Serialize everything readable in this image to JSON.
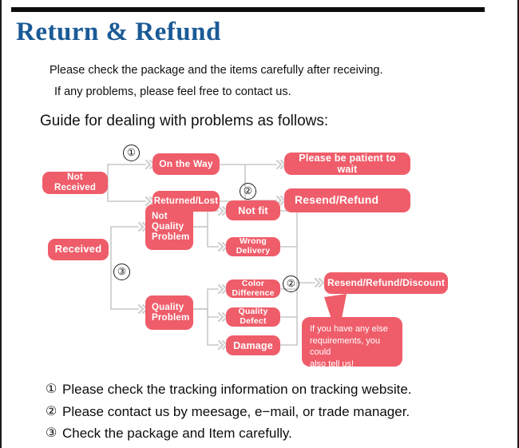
{
  "document": {
    "title": "Return & Refund",
    "title_color": "#1a5a96",
    "accent_color": "#ef5d6a",
    "connector_color": "#c9c9c9"
  },
  "intro": {
    "line1": "Please check the package and the items carefully after receiving.",
    "line2": "If any problems, please feel free to contact us."
  },
  "guide": {
    "heading": "Guide for dealing with problems as follows:"
  },
  "flowchart": {
    "nodes": {
      "not_received": "Not Received",
      "on_the_way": "On the Way",
      "returned_lost": "Returned/Lost",
      "please_be_patient": "Please be patient to wait",
      "resend_refund": "Resend/Refund",
      "received": "Received",
      "not_quality_problem": "Not\nQuality\nProblem",
      "not_quality_problem_l1": "Not",
      "not_quality_problem_l2": "Quality",
      "not_quality_problem_l3": "Problem",
      "not_fit": "Not fit",
      "wrong_delivery": "Wrong Delivery",
      "quality_problem_l1": "Quality",
      "quality_problem_l2": "Problem",
      "color_difference": "Color Difference",
      "quality_defect": "Quality Defect",
      "damage": "Damage",
      "resend_refund_discount": "Resend/Refund/Discount"
    },
    "markers": {
      "one": "①",
      "two_top": "②",
      "three": "③",
      "two_bottom": "②"
    },
    "callout": {
      "line1": "If you have any else",
      "line2": "requirements, you could",
      "line3": "also tell us!"
    }
  },
  "notes": [
    {
      "num": "①",
      "text": "Please check the tracking information on tracking website."
    },
    {
      "num": "②",
      "text": "Please contact us by meesage, e−mail, or trade manager."
    },
    {
      "num": "③",
      "text": "Check the package and Item carefully."
    }
  ]
}
